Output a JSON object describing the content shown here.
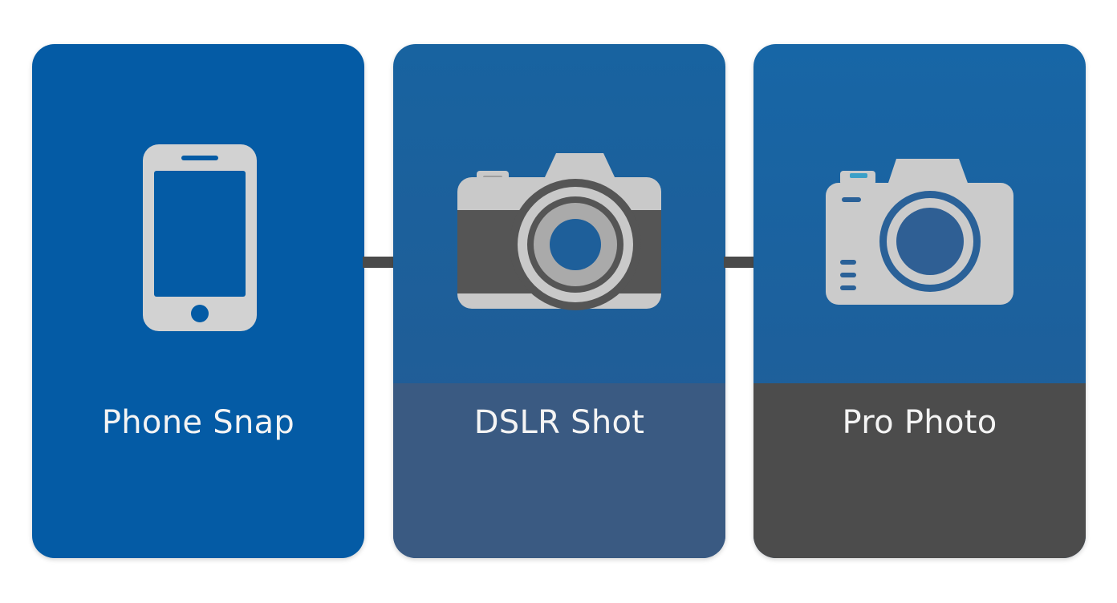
{
  "steps": [
    {
      "label": "Phone Snap",
      "icon": "smartphone-icon"
    },
    {
      "label": "DSLR Shot",
      "icon": "dslr-camera-icon"
    },
    {
      "label": "Pro Photo",
      "icon": "pro-camera-icon"
    }
  ],
  "colors": {
    "card_blue": "#045ba5",
    "card_footer_blue": "#3a5a82",
    "card_footer_gray": "#4c4c4c",
    "icon_gray": "#cfcfcf",
    "arrow_gray": "#4a4a4a",
    "text": "#f4f4f4"
  }
}
